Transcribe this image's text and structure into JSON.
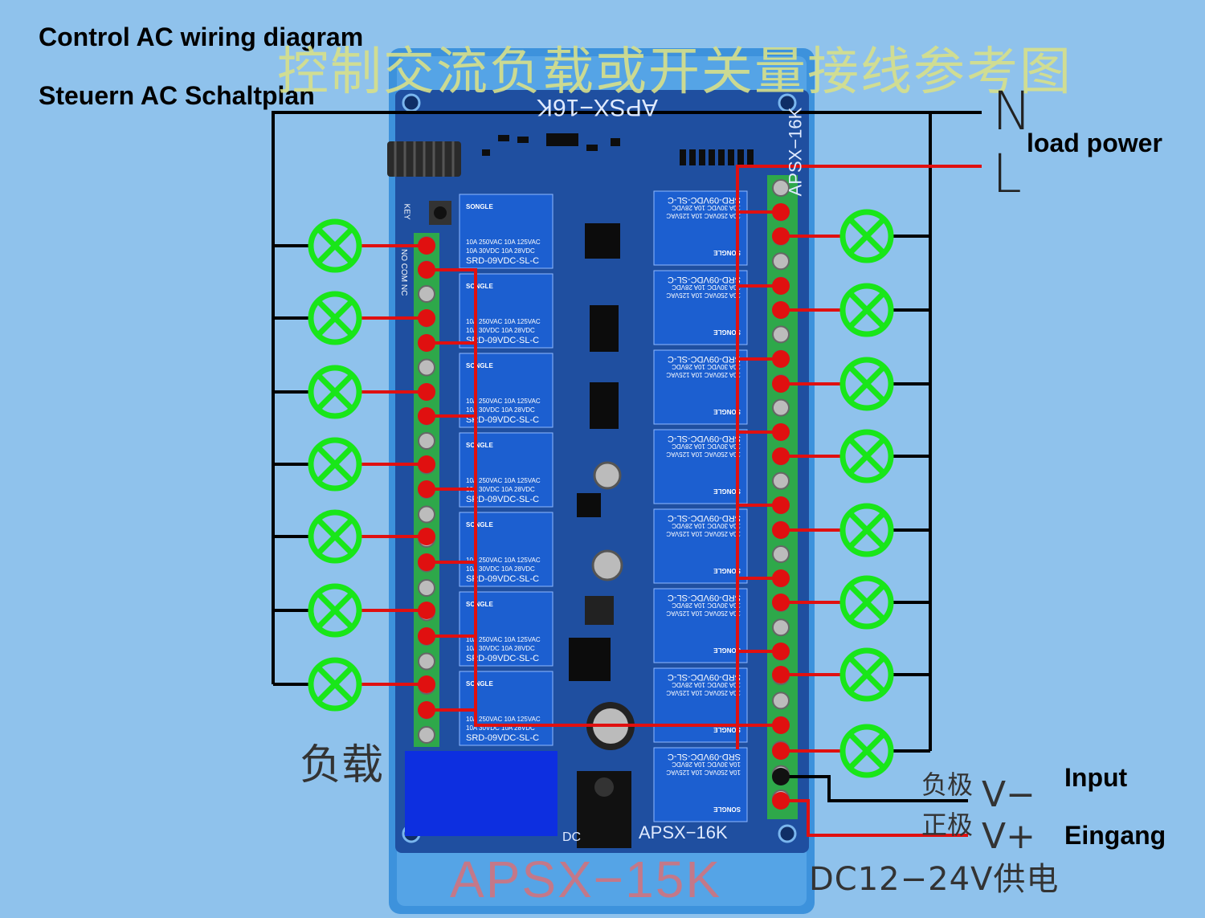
{
  "titles": {
    "en": "Control AC wiring diagram",
    "de": "Steuern AC Schaltplan",
    "cn": "控制交流负载或开关量接线参考图"
  },
  "labels": {
    "load_power": "load power",
    "n": "N",
    "l": "L",
    "load_cn": "负载",
    "neg_cn": "负极",
    "pos_cn": "正极",
    "v_minus": "V−",
    "v_plus": "V+",
    "input": "Input",
    "eingang": "Eingang",
    "dc_supply": "DC12−24V供电"
  },
  "board": {
    "model_top": "APSX−16K",
    "model_side": "APSX−16K",
    "model_bottom_silk": "APSX−16K",
    "model_bottom_red": "APSX−15K",
    "relay_brand": "SONGLE",
    "relay_line1": "10A 250VAC 10A 125VAC",
    "relay_line2": "10A 30VDC 10A 28VDC",
    "relay_model": "SRD-09VDC-SL-C",
    "dc_jack_label": "DC",
    "button_label": "KEY"
  },
  "colors": {
    "background": "#8fc2ec",
    "board": "#1f4fa0",
    "enclosure": "#3b8fd8",
    "relay": "#1c5fd0",
    "terminal": "#2ea84a",
    "lamp": "#19e619",
    "wire_live": "#e01010",
    "wire_neutral": "#000000"
  },
  "counts": {
    "left_lamps": 7,
    "right_lamps": 8,
    "left_relays": 7,
    "right_relays": 8
  }
}
